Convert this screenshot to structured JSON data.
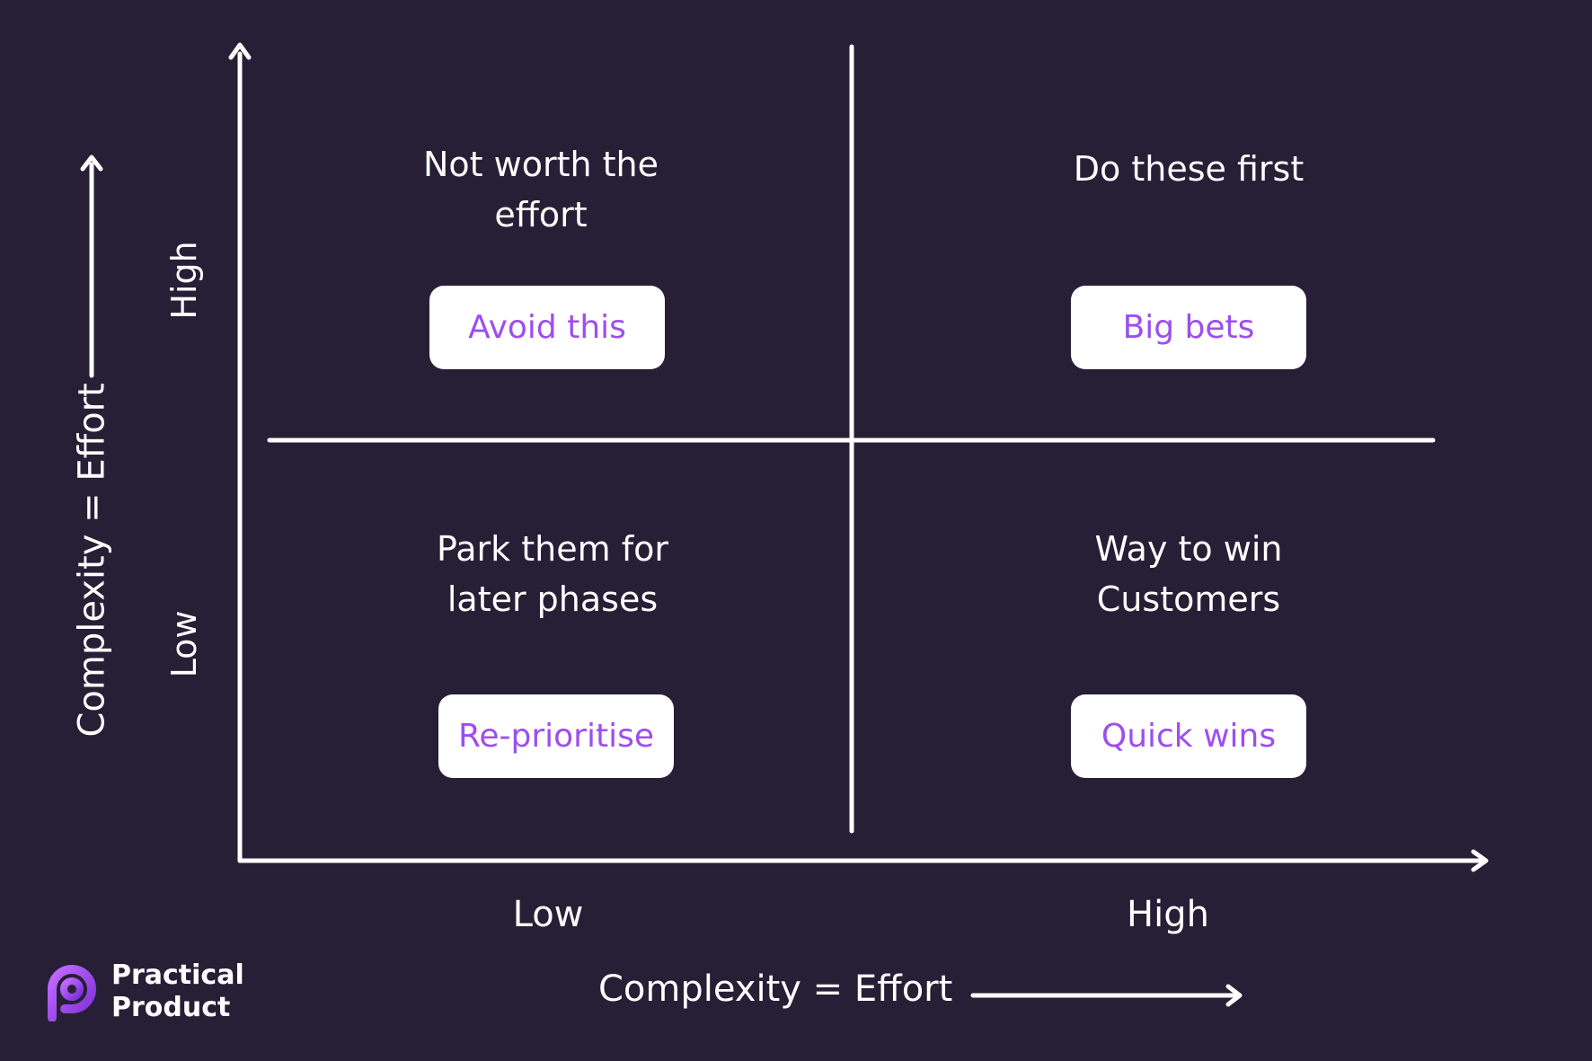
{
  "quadrants": {
    "top_left": {
      "title_line1": "Not worth the",
      "title_line2": "effort",
      "tag": "Avoid this"
    },
    "top_right": {
      "title_line1": "Do these first",
      "title_line2": "",
      "tag": "Big bets"
    },
    "bottom_left": {
      "title_line1": "Park them for",
      "title_line2": "later phases",
      "tag": "Re-prioritise"
    },
    "bottom_right": {
      "title_line1": "Way to win",
      "title_line2": "Customers",
      "tag": "Quick wins"
    }
  },
  "x_axis": {
    "title": "Complexity = Effort",
    "low": "Low",
    "high": "High"
  },
  "y_axis": {
    "title": "Complexity = Effort",
    "low": "Low",
    "high": "High"
  },
  "brand": {
    "line1": "Practical",
    "line2": "Product"
  },
  "colors": {
    "background": "#261f35",
    "accent": "#9d4ef0",
    "foreground": "#ffffff"
  }
}
